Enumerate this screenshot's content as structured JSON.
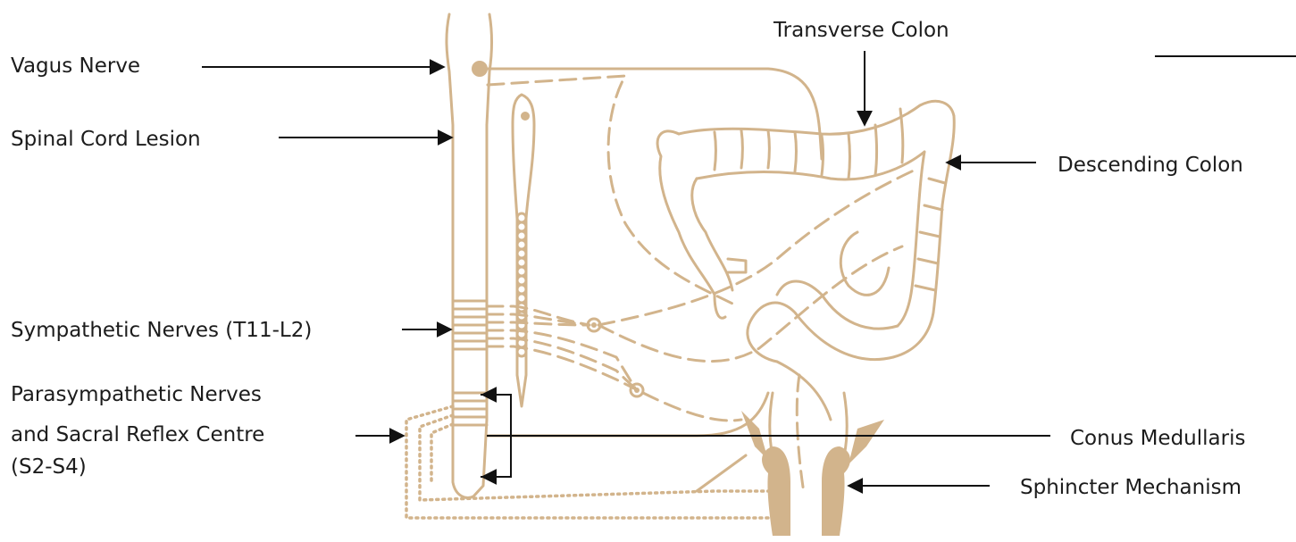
{
  "labels": {
    "vagus": "Vagus Nerve",
    "spinal_lesion": "Spinal Cord Lesion",
    "sympathetic": "Sympathetic Nerves (T11-L2)",
    "parasympathetic_1": "Parasympathetic Nerves",
    "parasympathetic_2": "and Sacral Reflex Centre",
    "parasympathetic_3": "(S2-S4)",
    "transverse": "Transverse Colon",
    "descending": "Descending Colon",
    "conus": "Conus Medullaris",
    "sphincter": "Sphincter Mechanism"
  },
  "colors": {
    "anatomy": "#d2b48c",
    "text": "#1c1c1c",
    "arrow": "#111111"
  }
}
